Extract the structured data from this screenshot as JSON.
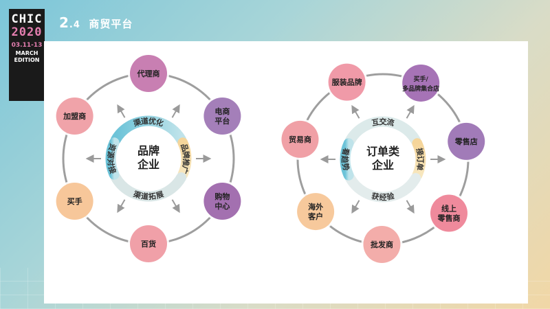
{
  "logo": {
    "line1": "CHIC",
    "line2": "2020",
    "date": "03.11-13",
    "edition": "MARCH EDITION"
  },
  "header": {
    "num": "2",
    "sub": ".4",
    "title": "商贸平台"
  },
  "left_diagram": {
    "center": [
      "品牌",
      "企业"
    ],
    "nodes": [
      {
        "lines": [
          "代理商"
        ],
        "color": "#c87fb2"
      },
      {
        "lines": [
          "电商",
          "平台"
        ],
        "color": "#a47fb9"
      },
      {
        "lines": [
          "购物",
          "中心"
        ],
        "color": "#a370b0"
      },
      {
        "lines": [
          "百货"
        ],
        "color": "#f0a0a8"
      },
      {
        "lines": [
          "买手"
        ],
        "color": "#f7c79a"
      },
      {
        "lines": [
          "加盟商"
        ],
        "color": "#f0a3a9"
      }
    ],
    "arcs": [
      "渠道优化",
      "品牌推广",
      "渠道拓展",
      "资源对接"
    ]
  },
  "right_diagram": {
    "center": [
      "订单类",
      "企业"
    ],
    "nodes": [
      {
        "lines": [
          "服装品牌"
        ],
        "color": "#f09aa8"
      },
      {
        "lines": [
          "买手/",
          "多品牌集合店"
        ],
        "color": "#a673b6"
      },
      {
        "lines": [
          "零售店"
        ],
        "color": "#a17bb8"
      },
      {
        "lines": [
          "线上",
          "零售商"
        ],
        "color": "#ef8a9c"
      },
      {
        "lines": [
          "批发商"
        ],
        "color": "#f3adaa"
      },
      {
        "lines": [
          "海外",
          "客户"
        ],
        "color": "#f7c99c"
      },
      {
        "lines": [
          "贸易商"
        ],
        "color": "#f0a0a6"
      }
    ],
    "arcs": [
      "互交流",
      "接订单",
      "获经验",
      "看趋势"
    ]
  }
}
